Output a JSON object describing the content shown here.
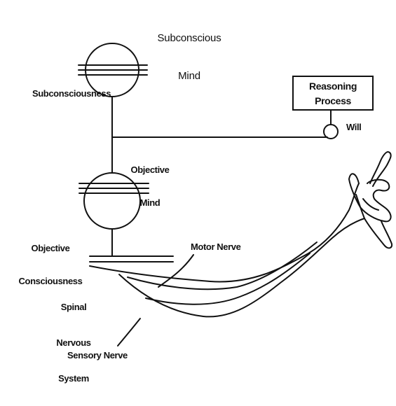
{
  "labels": {
    "subconscious_mind_line1": "Subconscious",
    "subconscious_mind_line2": "Mind",
    "subconsciousness": "Subconsciousness",
    "reasoning_process_line1": "Reasoning",
    "reasoning_process_line2": "Process",
    "will": "Will",
    "objective_mind_line1": "Objective",
    "objective_mind_line2": "Mind",
    "objective_consciousness_line1": "Objective",
    "objective_consciousness_line2": "Consciousness",
    "motor_nerve": "Motor Nerve",
    "spinal_nervous_system_line1": "Spinal",
    "spinal_nervous_system_line2": "Nervous",
    "spinal_nervous_system_line3": "System",
    "sensory_nerve": "Sensory Nerve"
  },
  "colors": {
    "ink": "#111111",
    "background": "#ffffff"
  }
}
